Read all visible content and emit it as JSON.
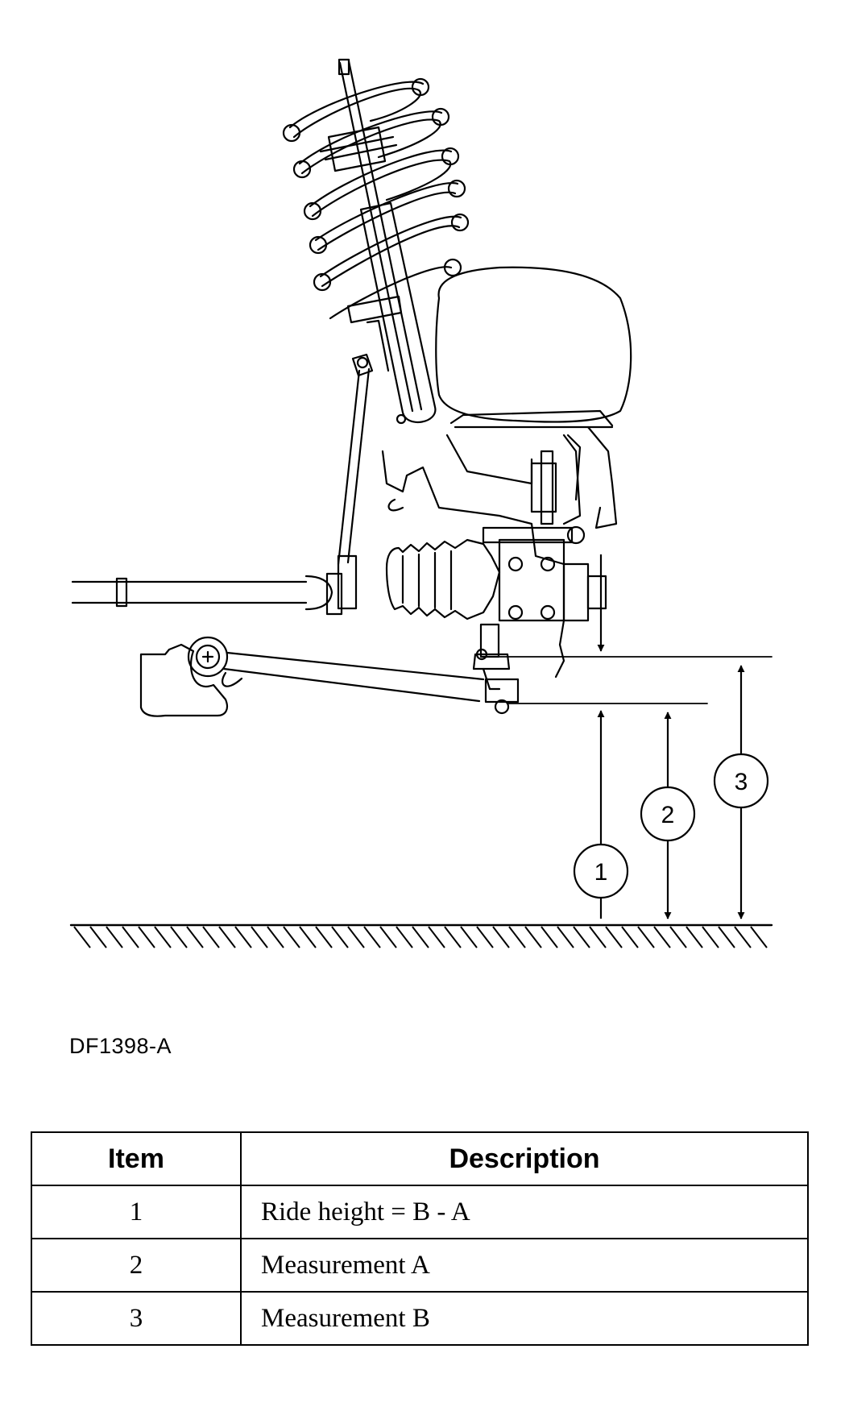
{
  "figure": {
    "code": "DF1398-A",
    "callouts": [
      "1",
      "2",
      "3"
    ]
  },
  "legend": {
    "headers": {
      "item": "Item",
      "description": "Description"
    },
    "rows": [
      {
        "item": "1",
        "description": "Ride height = B - A"
      },
      {
        "item": "2",
        "description": "Measurement A"
      },
      {
        "item": "3",
        "description": "Measurement B"
      }
    ]
  },
  "colors": {
    "line": "#000000",
    "background": "#ffffff"
  }
}
